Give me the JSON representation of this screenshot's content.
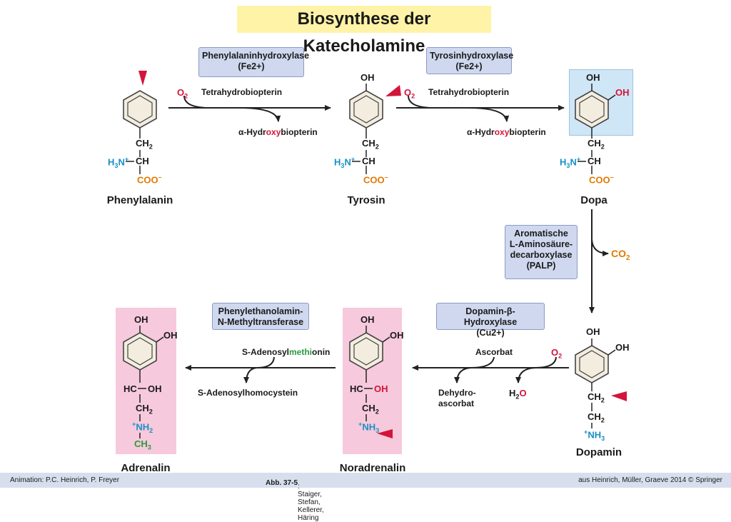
{
  "title": "Biosynthese der Katecholamine",
  "enzymes": {
    "pah_1": "Phenylalaninhydroxylase",
    "pah_2": "(Fe2+)",
    "th_1": "Tyrosinhydroxylase",
    "th_2": "(Fe2+)",
    "aadc_1": "Aromatische",
    "aadc_2": "L-Aminosäure-",
    "aadc_3": "decarboxylase",
    "aadc_4": "(PALP)",
    "dbh_1": "Dopamin-β-Hydroxylase",
    "dbh_2": "(Cu2+)",
    "pnmt_1": "Phenylethanolamin-",
    "pnmt_2": "N-Methyltransferase"
  },
  "compounds": {
    "phenylalanin": "Phenylalanin",
    "tyrosin": "Tyrosin",
    "dopa": "Dopa",
    "dopamin": "Dopamin",
    "noradrenalin": "Noradrenalin",
    "adrenalin": "Adrenalin"
  },
  "cofactors": {
    "o2": "O2",
    "bh4": "Tetrahydrobiopterin",
    "bh2_a": "α-Hydr",
    "bh2_b": "oxy",
    "bh2_c": "biopterin",
    "co2": "CO2",
    "ascorbat": "Ascorbat",
    "dehydro_1": "Dehydro-",
    "dehydro_2": "ascorbat",
    "h2o": "H2O",
    "sam_a": "S-Adenosyl",
    "sam_b": "methi",
    "sam_c": "onin",
    "sah": "S-Adenosylhomocystein"
  },
  "groups": {
    "oh": "OH",
    "ch2": "CH2",
    "ch": "CH",
    "h3n": "H3N+",
    "coo": "COO–",
    "hc": "HC",
    "nh3": "+NH3",
    "nh2": "+NH2",
    "ch3": "CH3"
  },
  "footer": {
    "left": "Animation: P.C. Heinrich, P. Freyer",
    "center_bold": "Abb. 37-5",
    "center_rest": ": Staiger, Stefan, Kellerer, Häring",
    "right": "aus Heinrich, Müller, Graeve 2014 © Springer"
  },
  "colors": {
    "title_bg": "#fff3a8",
    "enzyme_bg": "#cfd8ee",
    "highlight_blue": "#cfe6f6",
    "highlight_pink": "#f7c9dc",
    "amine_blue": "#1a8fc4",
    "carboxyl_orange": "#e07a00",
    "marker_red": "#d4143a",
    "methyl_green": "#2a9a3a"
  }
}
